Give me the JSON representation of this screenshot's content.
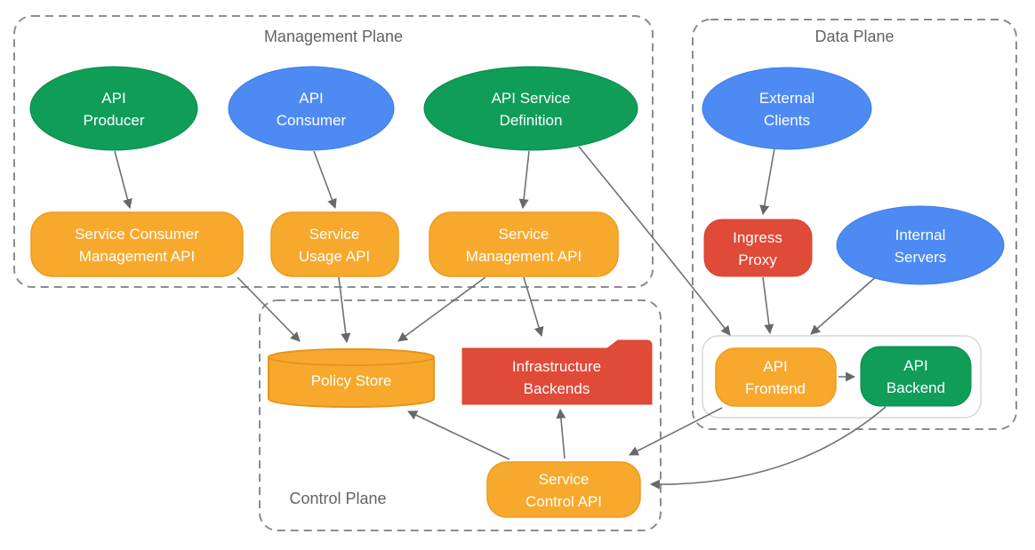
{
  "diagram_title": "API management planes diagram",
  "colors": {
    "green": "#0f9d58",
    "blue": "#4d8af4",
    "orange": "#f7a92d",
    "red": "#e04a38",
    "edge_gray": "#6e7174",
    "dashed_border_gray": "#8a8d92",
    "plane_title_gray": "#5f6368",
    "container_border_gray": "#d5d7da",
    "node_text": "#ffffff"
  },
  "planes": {
    "management": {
      "title": "Management Plane"
    },
    "data": {
      "title": "Data Plane"
    },
    "control": {
      "title": "Control Plane"
    }
  },
  "nodes": {
    "api_producer": {
      "line1": "API",
      "line2": "Producer",
      "shape": "ellipse",
      "color": "green"
    },
    "api_consumer": {
      "line1": "API",
      "line2": "Consumer",
      "shape": "ellipse",
      "color": "blue"
    },
    "api_service_definition": {
      "line1": "API Service",
      "line2": "Definition",
      "shape": "ellipse",
      "color": "green"
    },
    "service_consumer_management_api": {
      "line1": "Service Consumer",
      "line2": "Management API",
      "shape": "rounded-rect",
      "color": "orange"
    },
    "service_usage_api": {
      "line1": "Service",
      "line2": "Usage API",
      "shape": "rounded-rect",
      "color": "orange"
    },
    "service_management_api": {
      "line1": "Service",
      "line2": "Management API",
      "shape": "rounded-rect",
      "color": "orange"
    },
    "external_clients": {
      "line1": "External",
      "line2": "Clients",
      "shape": "ellipse",
      "color": "blue"
    },
    "ingress_proxy": {
      "line1": "Ingress",
      "line2": "Proxy",
      "shape": "rounded-rect",
      "color": "red"
    },
    "internal_servers": {
      "line1": "Internal",
      "line2": "Servers",
      "shape": "ellipse",
      "color": "blue"
    },
    "api_frontend": {
      "line1": "API",
      "line2": "Frontend",
      "shape": "rounded-rect",
      "color": "orange"
    },
    "api_backend": {
      "line1": "API",
      "line2": "Backend",
      "shape": "rounded-rect",
      "color": "green"
    },
    "policy_store": {
      "line1": "Policy Store",
      "shape": "cylinder",
      "color": "orange"
    },
    "infrastructure_backends": {
      "line1": "Infrastructure",
      "line2": "Backends",
      "shape": "folder",
      "color": "red"
    },
    "service_control_api": {
      "line1": "Service",
      "line2": "Control API",
      "shape": "rounded-rect",
      "color": "orange"
    }
  },
  "edges": [
    {
      "from": "api-producer",
      "to": "service-consumer-management-api"
    },
    {
      "from": "api-consumer",
      "to": "service-usage-api"
    },
    {
      "from": "api-service-definition",
      "to": "service-management-api"
    },
    {
      "from": "api-service-definition",
      "to": "api-frontend"
    },
    {
      "from": "service-consumer-management-api",
      "to": "policy-store"
    },
    {
      "from": "service-usage-api",
      "to": "policy-store"
    },
    {
      "from": "service-management-api",
      "to": "policy-store"
    },
    {
      "from": "service-management-api",
      "to": "infrastructure-backends"
    },
    {
      "from": "external-clients",
      "to": "ingress-proxy"
    },
    {
      "from": "ingress-proxy",
      "to": "api-frontend"
    },
    {
      "from": "internal-servers",
      "to": "api-frontend"
    },
    {
      "from": "api-frontend",
      "to": "api-backend"
    },
    {
      "from": "service-control-api",
      "to": "policy-store"
    },
    {
      "from": "service-control-api",
      "to": "infrastructure-backends"
    },
    {
      "from": "api-frontend",
      "to": "service-control-api"
    },
    {
      "from": "api-backend",
      "to": "service-control-api"
    }
  ]
}
